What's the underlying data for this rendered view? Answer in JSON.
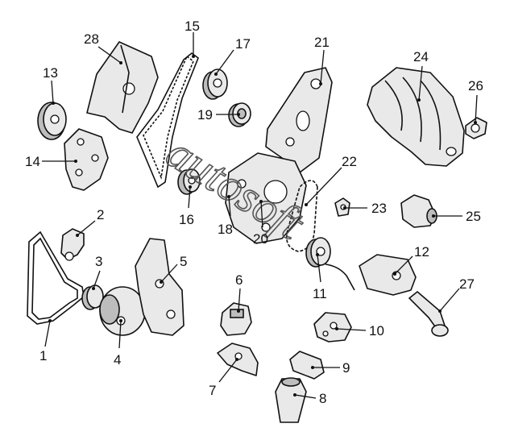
{
  "watermark": "autosoft",
  "colors": {
    "ink": "#111111",
    "part_fill": "#e9e9e9",
    "part_shadow": "#bdbdbd"
  },
  "parts": [
    {
      "id": "p1",
      "number": "1"
    },
    {
      "id": "p2",
      "number": "2"
    },
    {
      "id": "p3",
      "number": "3"
    },
    {
      "id": "p4",
      "number": "4"
    },
    {
      "id": "p5",
      "number": "5"
    },
    {
      "id": "p6",
      "number": "6"
    },
    {
      "id": "p7",
      "number": "7"
    },
    {
      "id": "p8",
      "number": "8"
    },
    {
      "id": "p9",
      "number": "9"
    },
    {
      "id": "p10",
      "number": "10"
    },
    {
      "id": "p11",
      "number": "11"
    },
    {
      "id": "p12",
      "number": "12"
    },
    {
      "id": "p13",
      "number": "13"
    },
    {
      "id": "p14",
      "number": "14"
    },
    {
      "id": "p15",
      "number": "15"
    },
    {
      "id": "p16",
      "number": "16"
    },
    {
      "id": "p17",
      "number": "17"
    },
    {
      "id": "p18",
      "number": "18"
    },
    {
      "id": "p19",
      "number": "19"
    },
    {
      "id": "p20",
      "number": "20"
    },
    {
      "id": "p21",
      "number": "21"
    },
    {
      "id": "p22",
      "number": "22"
    },
    {
      "id": "p23",
      "number": "23"
    },
    {
      "id": "p24",
      "number": "24"
    },
    {
      "id": "p25",
      "number": "25"
    },
    {
      "id": "p26",
      "number": "26"
    },
    {
      "id": "p27",
      "number": "27"
    },
    {
      "id": "p28",
      "number": "28"
    }
  ]
}
